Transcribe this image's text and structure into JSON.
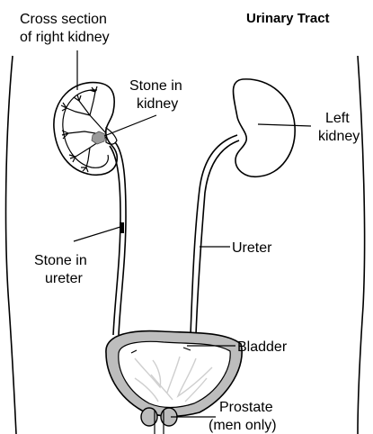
{
  "diagram": {
    "title": "Urinary Tract",
    "labels": {
      "cross_section_line1": "Cross section",
      "cross_section_line2": "of right kidney",
      "stone_kidney_line1": "Stone in",
      "stone_kidney_line2": "kidney",
      "left_kidney_line1": "Left",
      "left_kidney_line2": "kidney",
      "ureter": "Ureter",
      "stone_ureter_line1": "Stone in",
      "stone_ureter_line2": "ureter",
      "bladder": "Bladder",
      "prostate_line1": "Prostate",
      "prostate_line2": "(men only)"
    },
    "colors": {
      "outline": "#000000",
      "kidney_fill": "#ffffff",
      "stone_fill": "#9a9a9a",
      "bladder_wall": "#bdbdbd",
      "bladder_inner": "#ffffff",
      "bladder_folds": "#d9d9d9",
      "prostate_fill": "#bdbdbd"
    }
  }
}
